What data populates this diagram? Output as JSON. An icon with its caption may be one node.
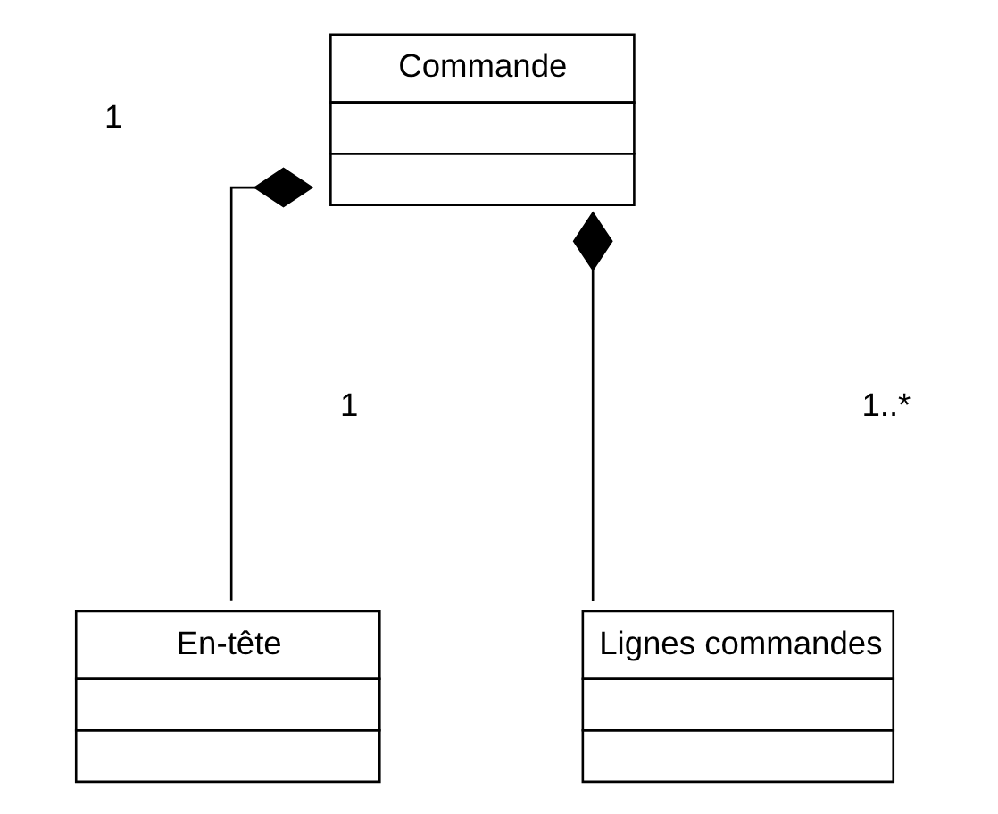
{
  "diagram": {
    "nodes": [
      {
        "text": [
          "Commande"
        ]
      },
      {
        "text": [
          "En-tête"
        ]
      },
      {
        "text": [
          "Lignes commandes"
        ]
      }
    ],
    "edges": [
      {
        "from": 0,
        "to": 1,
        "arrow": "other"
      },
      {
        "from": 0,
        "to": 2,
        "arrow": "other"
      }
    ],
    "labels": [
      "1",
      "1",
      "1..*"
    ]
  }
}
